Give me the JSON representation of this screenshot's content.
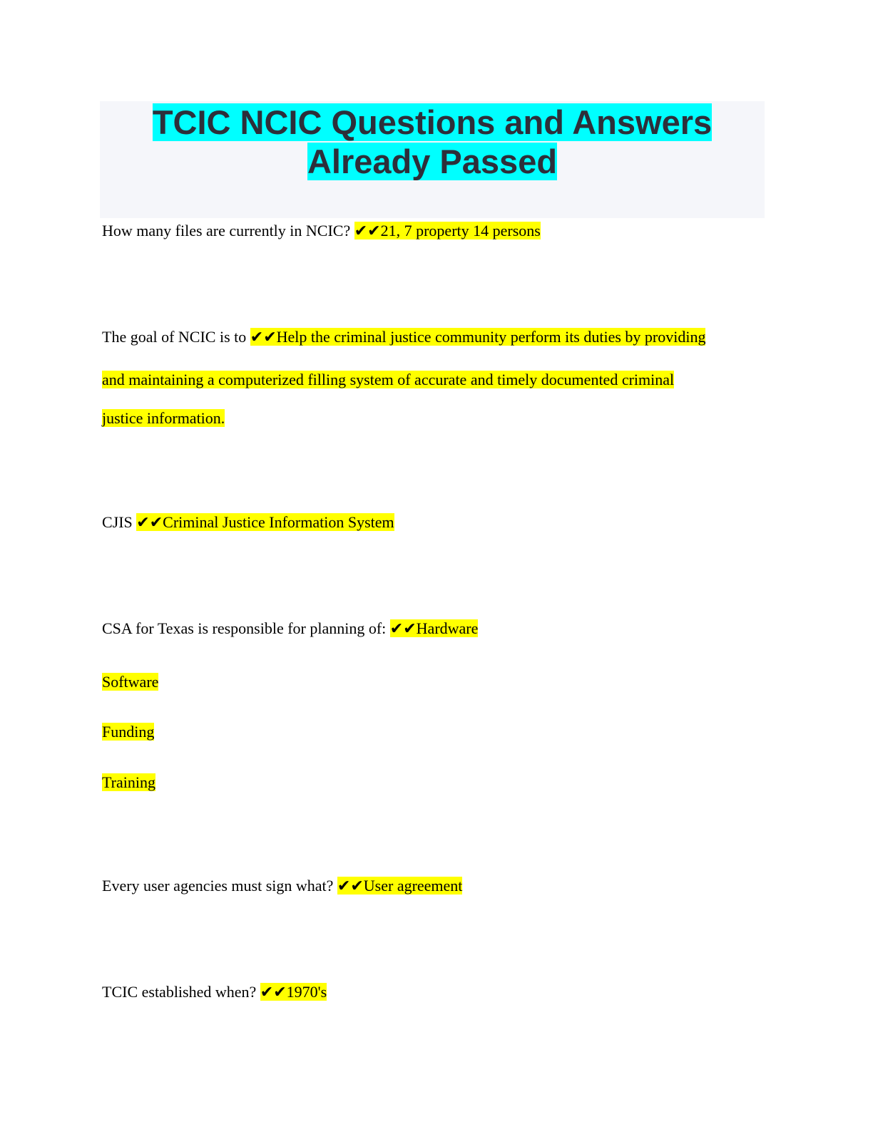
{
  "title_line1": "TCIC NCIC Questions and Answers",
  "title_line2": "Already Passed",
  "qa": [
    {
      "q": "How many files are currently in NCIC? ",
      "a": "✔✔21, 7 property 14 persons"
    },
    {
      "q": "The goal of NCIC is to ",
      "a": "✔✔Help the criminal justice community perform its duties by providing",
      "a2": "and maintaining a computerized filling system of accurate and timely documented criminal",
      "a3": "justice information."
    },
    {
      "q": "CJIS ",
      "a": "✔✔Criminal Justice Information System"
    },
    {
      "q": "CSA for Texas is responsible for planning of: ",
      "a": "✔✔Hardware",
      "a2": "Software",
      "a3": "Funding",
      "a4": "Training"
    },
    {
      "q": "Every user agencies must sign what? ",
      "a": "✔✔User agreement"
    },
    {
      "q": "TCIC established when? ",
      "a": "✔✔1970's"
    }
  ]
}
